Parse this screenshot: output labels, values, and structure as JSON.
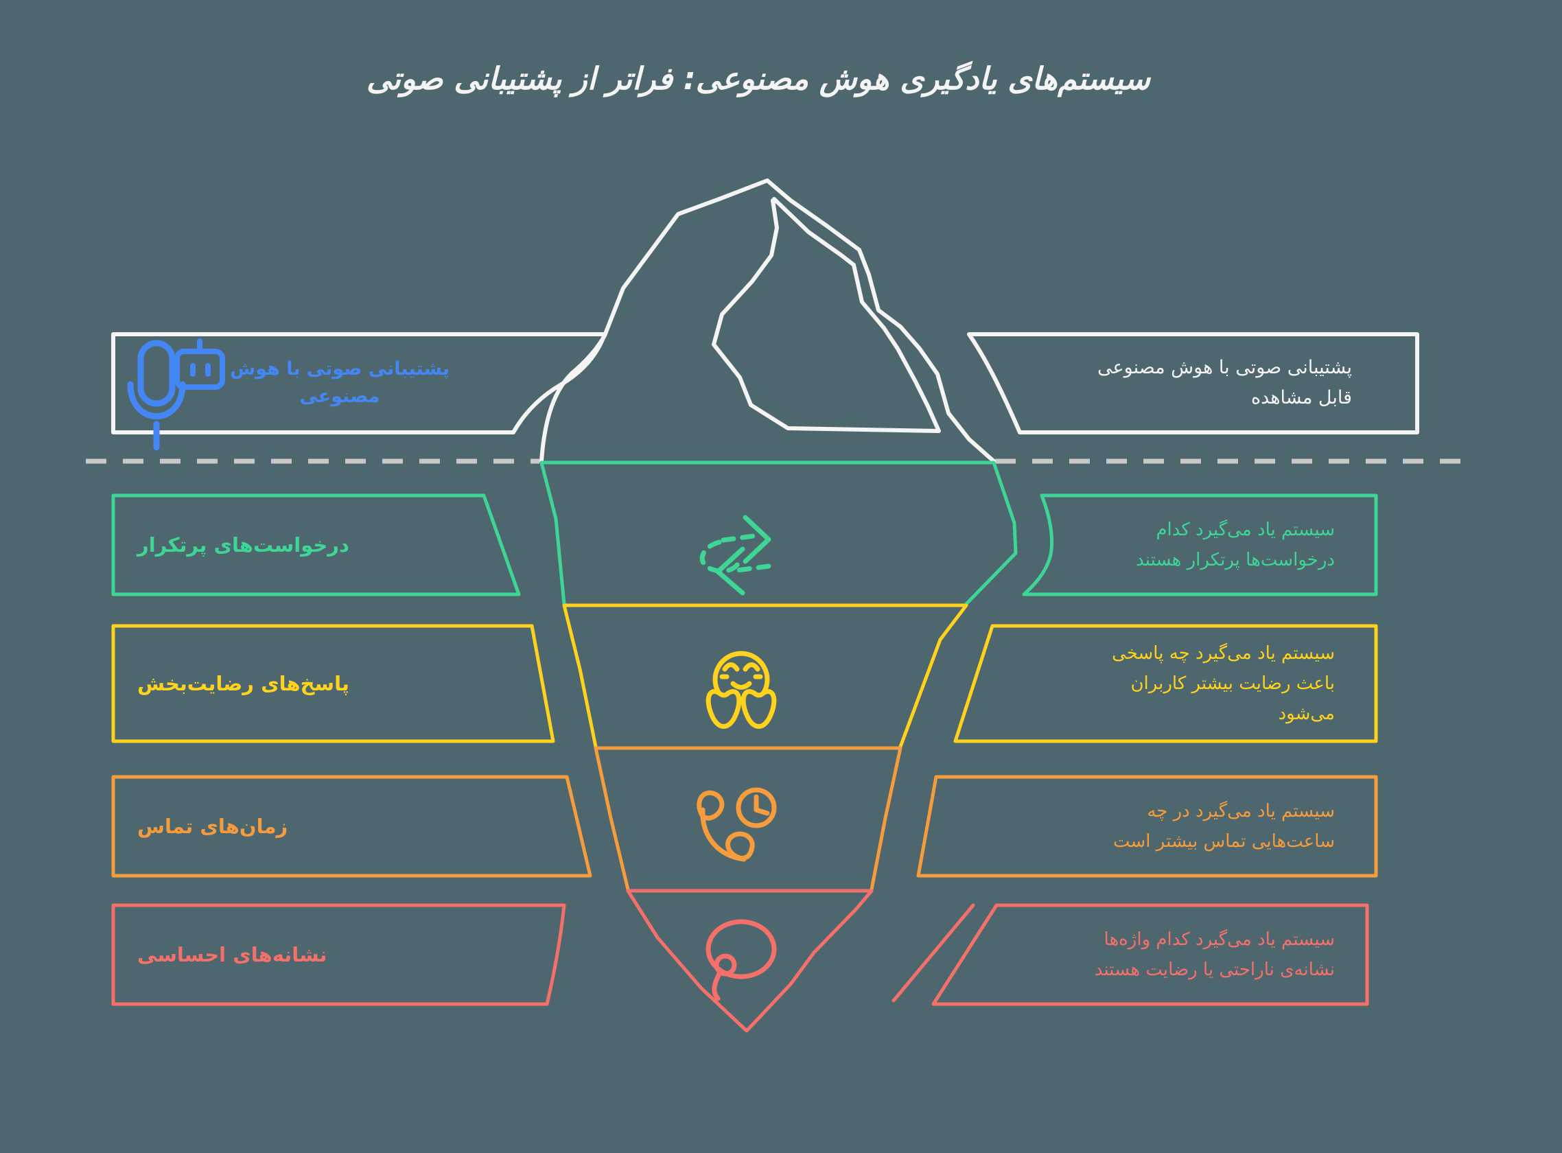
{
  "title": "سیستم‌های یادگیری هوش مصنوعی: فراتر از پشتیبانی صوتی",
  "colors": {
    "background": "#4E666D",
    "surface_white": "#F4F4F4",
    "waterline_gray": "#C9C9C9",
    "visible_blue": "#4486F4",
    "green": "#3ED597",
    "yellow": "#FFD21E",
    "orange": "#F59C3C",
    "red": "#F4706B"
  },
  "surface": {
    "icon": "microphone-robot-icon",
    "label_lines": [
      "پشتیبانی صوتی با هوش",
      "مصنوعی"
    ],
    "note_lines": [
      "پشتیبانی صوتی با هوش مصنوعی",
      "قابل مشاهده"
    ]
  },
  "levels": [
    {
      "id": "frequent-requests",
      "color": "#3ED597",
      "icon": "repeat-arrows-icon",
      "label": "درخواست‌های پرتکرار",
      "description_lines": [
        "سیستم یاد می‌گیرد کدام",
        "درخواست‌ها پرتکرار هستند"
      ]
    },
    {
      "id": "satisfying-responses",
      "color": "#FFD21E",
      "icon": "hugging-face-icon",
      "label": "پاسخ‌های رضایت‌بخش",
      "description_lines": [
        "سیستم یاد می‌گیرد چه پاسخی",
        "باعث رضایت بیشتر کاربران",
        "می‌شود"
      ]
    },
    {
      "id": "call-times",
      "color": "#F59C3C",
      "icon": "phone-clock-icon",
      "label": "زمان‌های تماس",
      "description_lines": [
        "سیستم یاد می‌گیرد در چه",
        "ساعت‌هایی تماس بیشتر است"
      ]
    },
    {
      "id": "emotional-signals",
      "color": "#F4706B",
      "icon": "speech-bubble-icon",
      "label": "نشانه‌های احساسی",
      "description_lines": [
        "سیستم یاد می‌گیرد کدام واژه‌ها",
        "نشانه‌ی ناراحتی یا رضایت هستند"
      ]
    }
  ]
}
